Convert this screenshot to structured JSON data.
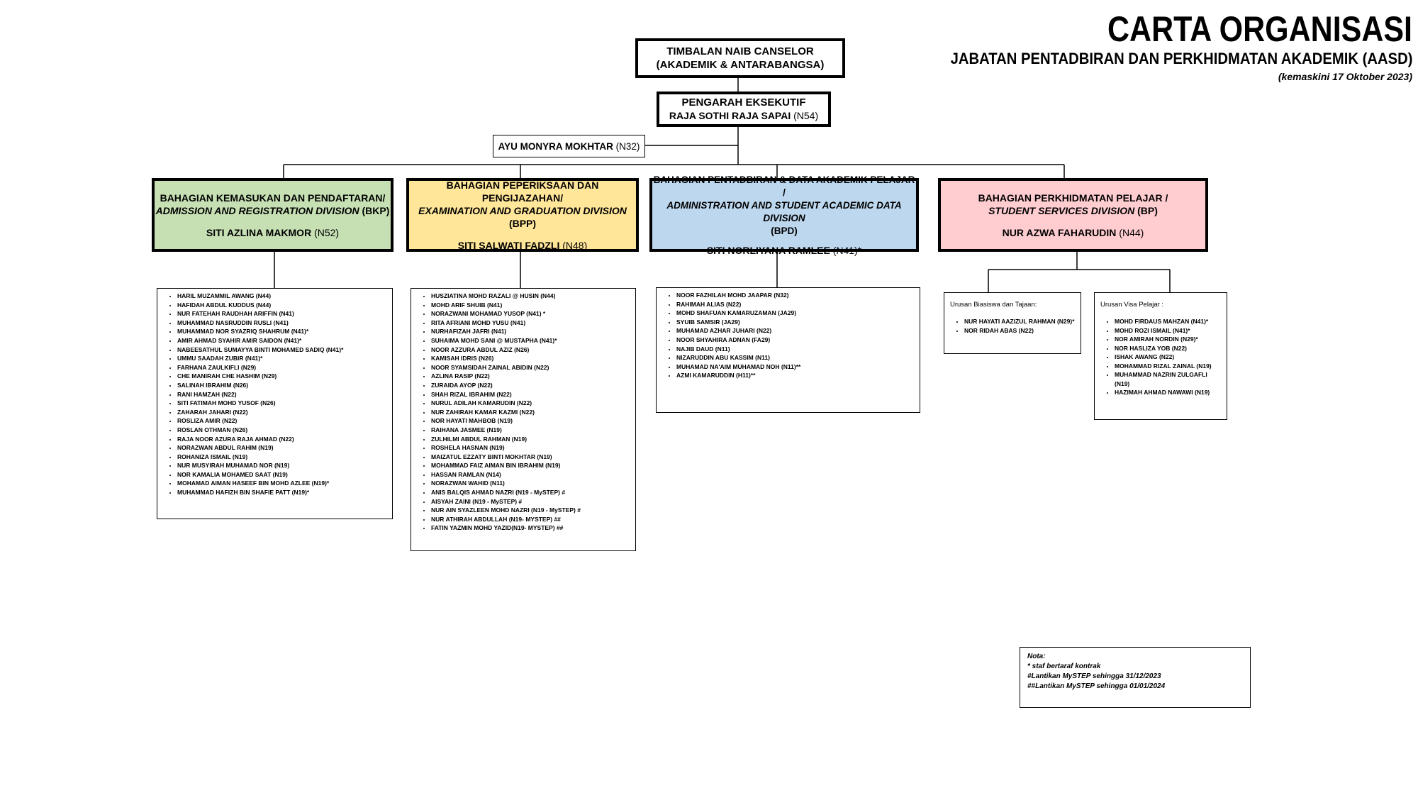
{
  "header": {
    "title": "CARTA ORGANISASI",
    "subtitle": "JABATAN PENTADBIRAN DAN PERKHIDMATAN AKADEMIK (AASD)",
    "updated": "(kemaskini 17 Oktober 2023)"
  },
  "top": {
    "deputy_vc": {
      "line1": "TIMBALAN NAIB CANSELOR",
      "line2": "(AKADEMIK & ANTARABANGSA)"
    },
    "director": {
      "line1": "PENGARAH EKSEKUTIF",
      "name": "RAJA SOTHI RAJA SAPAI",
      "grade": "(N54)"
    },
    "assistant": {
      "name": "AYU MONYRA MOKHTAR",
      "grade": "(N32)"
    }
  },
  "divisions": [
    {
      "color": "#c6e0b4",
      "line1": "BAHAGIAN KEMASUKAN DAN PENDAFTARAN/",
      "line2_italic": "ADMISSION AND REGISTRATION DIVISION",
      "line2_code": " (BKP)",
      "line3": "",
      "head_name": "SITI AZLINA MAKMOR",
      "head_grade": "(N52)"
    },
    {
      "color": "#ffe699",
      "line1": "BAHAGIAN PEPERIKSAAN DAN PENGIJAZAHAN/",
      "line2_italic": "EXAMINATION AND GRADUATION DIVISION",
      "line2_code": " (BPP)",
      "line3": "",
      "head_name": "SITI SALWATI FADZLI",
      "head_grade": "(N48)"
    },
    {
      "color": "#bdd7ee",
      "line1": "BAHAGIAN PENTADBIRAN & DATA AKADEMIK PELAJAR /",
      "line2_italic": "ADMINISTRATION AND STUDENT ACADEMIC DATA DIVISION",
      "line2_code": "",
      "line3": "(BPD)",
      "head_name": "SITI NORLIYANA RAMLEE",
      "head_grade": "(N41)*"
    },
    {
      "color": "#ffccd0",
      "line1": "BAHAGIAN PERKHIDMATAN PELAJAR /",
      "line2_italic": "STUDENT SERVICES DIVISION",
      "line2_code": " (BP)",
      "line3": "",
      "head_name": "NUR AZWA FAHARUDIN",
      "head_grade": "(N44)"
    }
  ],
  "staff": {
    "bkp": [
      "HARIL MUZAMMIL AWANG (N44)",
      "HAFIDAH ABDUL KUDDUS (N44)",
      "NUR FATEHAH RAUDHAH ARIFFIN (N41)",
      "MUHAMMAD NASRUDDIN RUSLI (N41)",
      "MUHAMMAD NOR SYAZRIQ SHAHRUM (N41)*",
      "AMIR AHMAD SYAHIR AMIR SAIDON (N41)*",
      "NABEESATHUL SUMAYYA BINTI MOHAMED SADIQ (N41)*",
      "UMMU SAADAH ZUBIR (N41)*",
      "FARHANA ZAULKIFLI (N29)",
      "CHE MANIRAH CHE HASHIM (N29)",
      "SALINAH IBRAHIM (N26)",
      "RANI HAMZAH (N22)",
      "SITI FATIMAH MOHD YUSOF (N26)",
      "ZAHARAH JAHARI (N22)",
      "ROSLIZA AMIR  (N22)",
      "ROSLAN OTHMAN (N26)",
      "RAJA NOOR AZURA RAJA AHMAD (N22)",
      "NORAZWAN ABDUL RAHIM (N19)",
      "ROHANIZA ISMAIL (N19)",
      "NUR MUSYIRAH MUHAMAD NOR (N19)",
      "NOR KAMALIA MOHAMED SAAT (N19)",
      "MOHAMAD AIMAN HASEEF BIN MOHD AZLEE (N19)*",
      "MUHAMMAD HAFIZH BIN SHAFIE PATT (N19)*"
    ],
    "bpp": [
      "HUSZIATINA MOHD RAZALI @ HUSIN (N44)",
      "MOHD ARIF SHUIB (N41)",
      "NORAZWANI MOHAMAD YUSOP (N41) *",
      "RITA AFRIANI MOHD YUSU (N41)",
      "NURHAFIZAH  JAFRI (N41)",
      "SUHAIMA MOHD SANI @ MUSTAPHA (N41)*",
      "NOOR AZZURA ABDUL AZIZ (N26)",
      "KAMISAH IDRIS (N26)",
      "NOOR SYAMSIDAH ZAINAL ABIDIN (N22)",
      "AZLINA RASIP (N22)",
      "ZURAIDA AYOP (N22)",
      "SHAH RIZAL IBRAHIM (N22)",
      "NURUL ADILAH KAMARUDIN (N22)",
      "NUR ZAHIRAH KAMAR KAZMI (N22)",
      "NOR HAYATI MAHBOB (N19)",
      "RAIHANA JASMEE (N19)",
      "ZULHILMI ABDUL RAHMAN (N19)",
      "ROSHELA HASNAN (N19)",
      "MAIZATUL EZZATY BINTI MOKHTAR (N19)",
      "MOHAMMAD FAIZ AIMAN BIN IBRAHIM (N19)",
      "HASSAN RAMLAN (N14)",
      "NORAZWAN WAHID (N11)",
      "ANIS BALQIS AHMAD NAZRI (N19 - MySTEP) #",
      "AISYAH  ZAINI (N19 - MySTEP) #",
      "NUR AIN SYAZLEEN MOHD NAZRI (N19 - MySTEP) #",
      "NUR ATHIRAH ABDULLAH (N19- MYSTEP) ##",
      "FATIN YAZMIN MOHD YAZID(N19- MYSTEP) ##"
    ],
    "bpd": [
      "NOOR FAZHILAH MOHD JAAPAR (N32)",
      "RAHIMAH ALIAS (N22)",
      "MOHD SHAFUAN KAMARUZAMAN (JA29)",
      "SYUIB SAMSIR (JA29)",
      "MUHAMAD AZHAR JUHARI (N22)",
      "NOOR SHYAHIRA ADNAN (FA29)",
      "NAJIB DAUD (N11)",
      "NIZARUDDIN ABU KASSIM (N11)",
      "MUHAMAD NA'AIM MUHAMAD NOH (N11)**",
      "AZMI KAMARUDDIN (H11)**"
    ],
    "bp_scholarship": {
      "title": "Urusan Biasiswa dan Tajaan:",
      "items": [
        "NUR HAYATI AAZIZUL RAHMAN (N29)*",
        "NOR RIDAH ABAS (N22)"
      ]
    },
    "bp_visa": {
      "title": "Urusan Visa Pelajar :",
      "items": [
        "MOHD FIRDAUS MAHZAN (N41)*",
        "MOHD ROZI ISMAIL (N41)*",
        "NOR AMIRAH NORDIN (N29)*",
        "NOR HASLIZA YOB (N22)",
        "ISHAK AWANG (N22)",
        "MOHAMMAD RIZAL ZAINAL (N19)",
        "MUHAMMAD NAZRIN ZULGAFLI (N19)",
        "HAZIMAH AHMAD NAWAWI (N19)"
      ]
    }
  },
  "notes": {
    "label": "Nota:",
    "n1": "* staf bertaraf kontrak",
    "n2": "#Lantikan MySTEP sehingga 31/12/2023",
    "n3": "##Lantikan MySTEP sehingga 01/01/2024"
  }
}
